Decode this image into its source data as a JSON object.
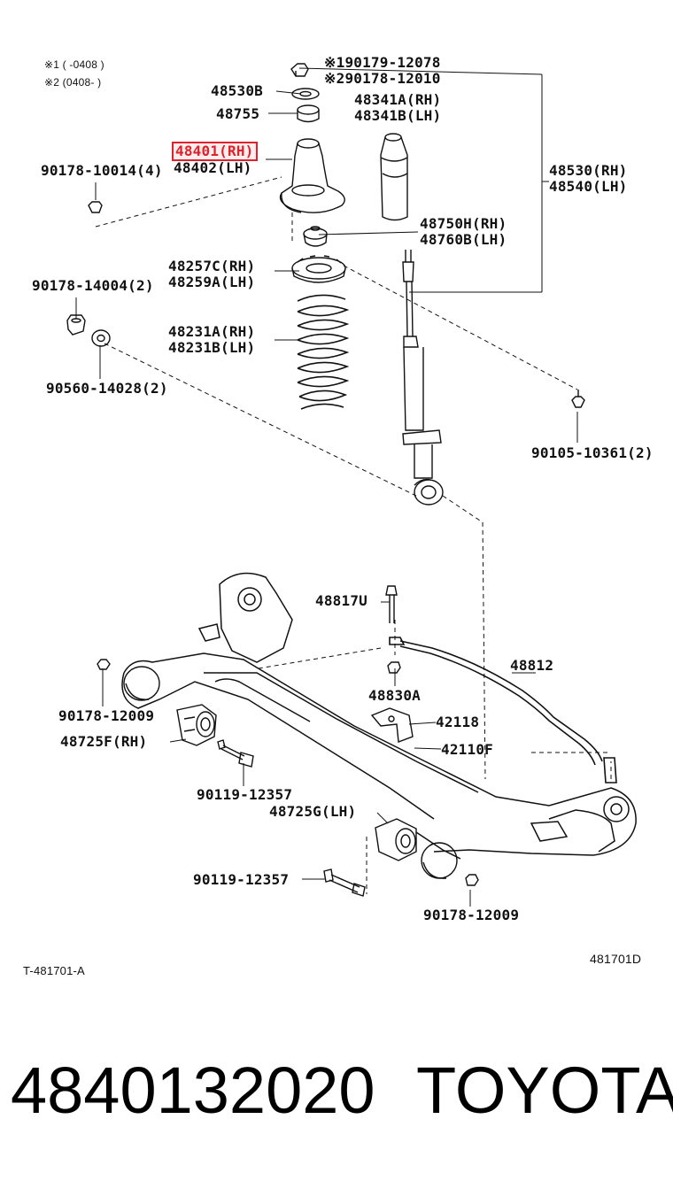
{
  "notes": {
    "note1": "※1 (     -0408 )",
    "note2": "※2 (0408-       )"
  },
  "labels": {
    "p90179": "※190179-12078",
    "p90178a": "※290178-12010",
    "p48530b": "48530B",
    "p48341a": "48341A(RH)",
    "p48341b": "48341B(LH)",
    "p48755": "48755",
    "p48401": "48401(RH)",
    "p48402": "48402(LH)",
    "p90178b": "90178-10014(4)",
    "p48530": "48530(RH)",
    "p48540": "48540(LH)",
    "p48750h": "48750H(RH)",
    "p48760b": "48760B(LH)",
    "p48257c": "48257C(RH)",
    "p48259a": "48259A(LH)",
    "p90178c": "90178-14004(2)",
    "p48231a": "48231A(RH)",
    "p48231b": "48231B(LH)",
    "p90560": "90560-14028(2)",
    "p90105": "90105-10361(2)",
    "p48817u": "48817U",
    "p48812": "48812",
    "p48830a": "48830A",
    "p90178d": "90178-12009",
    "p42118": "42118",
    "p48725f": "48725F(RH)",
    "p42110f": "42110F",
    "p90119a": "90119-12357",
    "p48725g": "48725G(LH)",
    "p90119b": "90119-12357",
    "p90178e": "90178-12009",
    "ref_left": "T-481701-A",
    "ref_right": "481701D"
  },
  "footer": {
    "part_number": "4840132020",
    "brand": "TOYOTA"
  },
  "colors": {
    "highlight": "#e0202a",
    "ink": "#111111"
  }
}
